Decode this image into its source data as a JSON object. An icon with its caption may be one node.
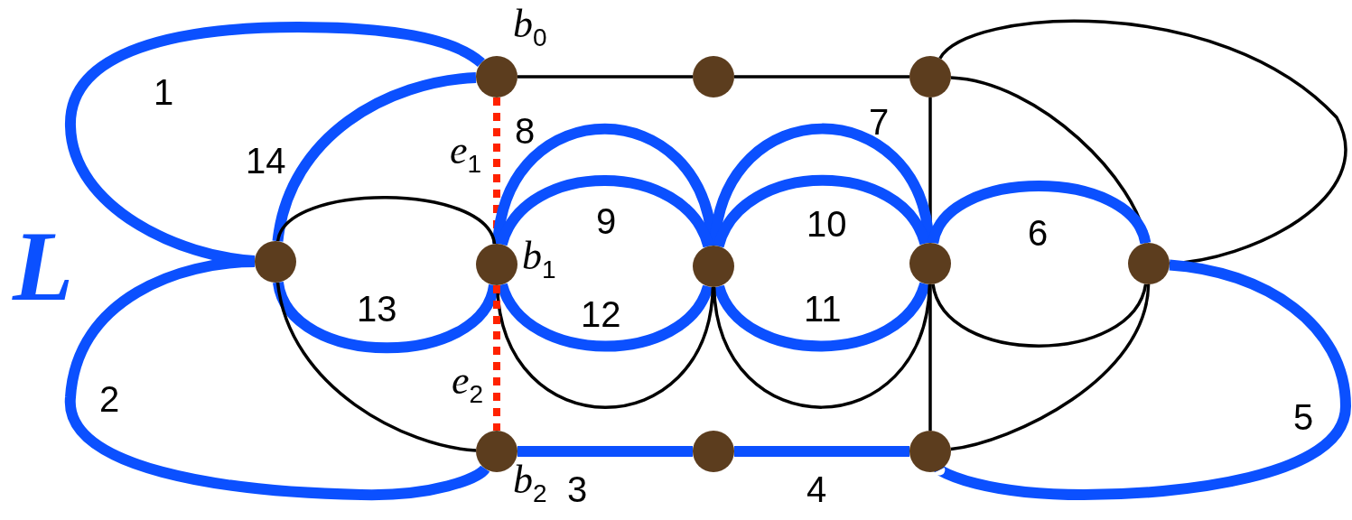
{
  "diagram": {
    "nodes": [
      {
        "text": [],
        "shape": "circle",
        "beside": [
          "b$_{0}$"
        ]
      },
      {
        "text": [],
        "shape": "circle"
      },
      {
        "text": [],
        "shape": "circle"
      },
      {
        "text": [],
        "shape": "circle"
      },
      {
        "text": [],
        "shape": "circle",
        "beside": [
          "b$_{1}$"
        ]
      },
      {
        "text": [],
        "shape": "circle"
      },
      {
        "text": [],
        "shape": "circle"
      },
      {
        "text": [],
        "shape": "circle"
      },
      {
        "text": [],
        "shape": "circle",
        "beside": [
          "b$_{2}$"
        ]
      },
      {
        "text": [],
        "shape": "circle"
      },
      {
        "text": [],
        "shape": "circle"
      }
    ],
    "edges": [
      {
        "from": 0,
        "to": 1,
        "arrow": "none",
        "color": "#000000"
      },
      {
        "from": 1,
        "to": 2,
        "arrow": "none",
        "color": "#000000"
      },
      {
        "from": 0,
        "to": 3,
        "arrow": "none",
        "label": "1"
      },
      {
        "from": 3,
        "to": 0,
        "arrow": "none",
        "label": "14"
      },
      {
        "from": 0,
        "to": 4,
        "arrow": "none",
        "label": "e$_{1}$",
        "style": "dashed",
        "color": "#ff2200"
      },
      {
        "from": 2,
        "to": 6,
        "arrow": "none",
        "color": "#000000"
      },
      {
        "from": 2,
        "to": 7,
        "arrow": "none",
        "color": "#000000"
      },
      {
        "from": 2,
        "to": 7,
        "arrow": "none",
        "color": "#000000"
      },
      {
        "from": 4,
        "to": 5,
        "arrow": "none",
        "label": "8"
      },
      {
        "from": 5,
        "to": 6,
        "arrow": "none",
        "label": "7"
      },
      {
        "from": 4,
        "to": 5,
        "arrow": "none",
        "label": "9"
      },
      {
        "from": 5,
        "to": 6,
        "arrow": "none",
        "label": "10"
      },
      {
        "from": 3,
        "to": 4,
        "arrow": "none",
        "color": "#000000"
      },
      {
        "from": 6,
        "to": 7,
        "arrow": "none",
        "label": "6"
      },
      {
        "from": 3,
        "to": 4,
        "arrow": "none",
        "label": "13"
      },
      {
        "from": 4,
        "to": 5,
        "arrow": "none",
        "label": "12"
      },
      {
        "from": 5,
        "to": 6,
        "arrow": "none",
        "label": "11"
      },
      {
        "from": 6,
        "to": 7,
        "arrow": "none",
        "color": "#000000"
      },
      {
        "from": 4,
        "to": 5,
        "arrow": "none",
        "color": "#000000"
      },
      {
        "from": 5,
        "to": 6,
        "arrow": "none",
        "color": "#000000"
      },
      {
        "from": 3,
        "to": 8,
        "arrow": "none",
        "label": "2"
      },
      {
        "from": 3,
        "to": 8,
        "arrow": "none",
        "color": "#000000"
      },
      {
        "from": 4,
        "to": 8,
        "arrow": "none",
        "label": "e$_{2}$",
        "style": "dashed",
        "color": "#ff2200"
      },
      {
        "from": 6,
        "to": 10,
        "arrow": "none",
        "color": "#000000"
      },
      {
        "from": 7,
        "to": 10,
        "arrow": "none",
        "color": "#000000"
      },
      {
        "from": 7,
        "to": 10,
        "arrow": "none",
        "label": "5"
      },
      {
        "from": 8,
        "to": 9,
        "arrow": "none",
        "label": "3"
      },
      {
        "from": 9,
        "to": 10,
        "arrow": "none",
        "label": "4"
      }
    ],
    "labels": [
      "L"
    ]
  }
}
